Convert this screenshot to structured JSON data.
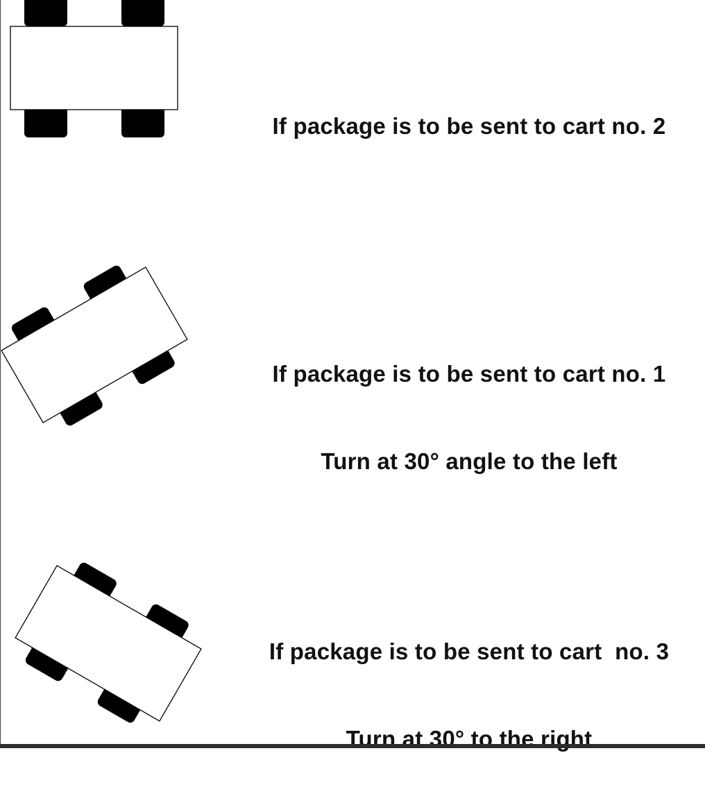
{
  "carts": [
    {
      "orientation": "straight",
      "caption_lines": [
        "If package is to be sent to cart no. 2"
      ]
    },
    {
      "orientation": "turned-left",
      "caption_lines": [
        "If package is to be sent to cart no. 1",
        "Turn at 30° angle to the left"
      ]
    },
    {
      "orientation": "turned-right",
      "caption_lines": [
        "If package is to be sent to cart  no. 3",
        "Turn at 30° to the right"
      ]
    }
  ],
  "colors": {
    "cart_body_fill": "#ffffff",
    "cart_outline": "#000000",
    "wheel": "#000000",
    "text": "#111111"
  }
}
